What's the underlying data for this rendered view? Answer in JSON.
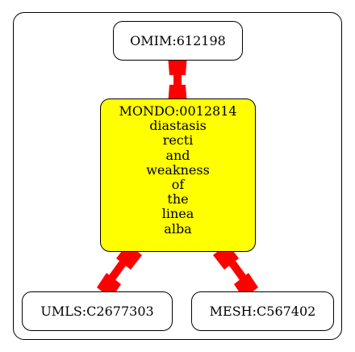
{
  "nodes": {
    "omim": {
      "label": "OMIM:612198"
    },
    "mondo": {
      "lines": [
        "MONDO:0012814",
        "diastasis",
        "recti",
        "and",
        "weakness",
        "of",
        "the",
        "linea",
        "alba"
      ]
    },
    "umls": {
      "label": "UMLS:C2677303"
    },
    "mesh": {
      "label": "MESH:C567402"
    }
  },
  "colors": {
    "edge": "#ff0000",
    "highlight_node": "#ffff00",
    "border": "#000000"
  }
}
